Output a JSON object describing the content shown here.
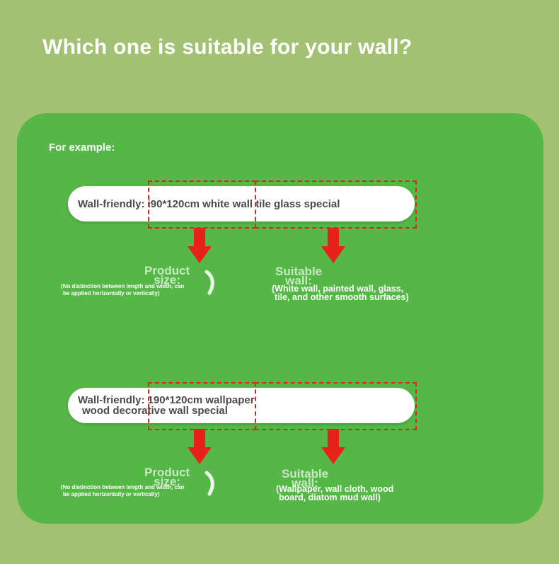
{
  "title": "Which one is suitable for your wall?",
  "intro_label": "For example:",
  "items": [
    {
      "pill_line1": "Wall-friendly: i90*120cm white wall tile glass special",
      "pill_line2": "",
      "size_label_line1": "Product",
      "size_label_line2": "size:",
      "size_note_line1": "(No distinction between length and width, can",
      "size_note_line2": "be applied horizontally or vertically)",
      "wall_label_line1": "Suitable",
      "wall_label_line2": "wall:",
      "wall_desc_line1": "(White wall, painted wall, glass,",
      "wall_desc_line2": "tile, and other smooth surfaces)"
    },
    {
      "pill_line1": "Wall-friendly: 190*120cm wallpaper",
      "pill_line2": "wood decorative wall special",
      "size_label_line1": "Product",
      "size_label_line2": "size:",
      "size_note_line1": "(No distinction between length and width, can",
      "size_note_line2": "be applied horizontally or vertically)",
      "wall_label_line1": "Suitable",
      "wall_label_line2": "wall:",
      "wall_desc_line1": "(Wallpaper, wall cloth, wood",
      "wall_desc_line2": "board, diatom mud wall)"
    }
  ],
  "colors": {
    "background": "#a3c172",
    "panel": "#55b846",
    "accent_red": "#e8211b"
  }
}
